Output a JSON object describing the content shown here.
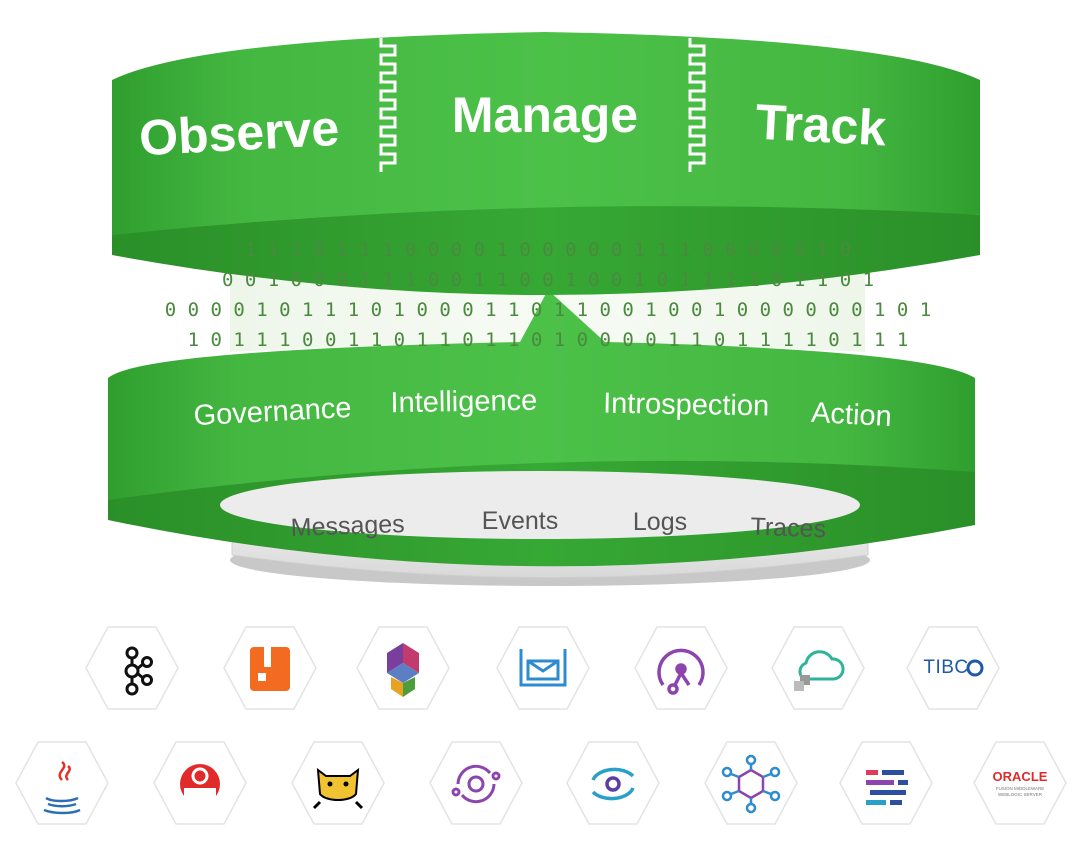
{
  "top_ring": {
    "labels": [
      "Observe",
      "Manage",
      "Track"
    ],
    "color": "#3fb43c"
  },
  "binary_rows": [
    "1 1 1 0 1   1 1 0 0   0     0 1 0 0 0 0 0 1     1 1 0 0 0 0 0 1 0",
    "0   0 1 0 0 0 1 1 1 0 0 1 1 0 0 1 0 0     1 0 1 1 1 1 0 1 1 0 1",
    "0 0 0 0 1 0 1 1 1 0 1 0 0 0 1 1 0 1 1 0 0 1 0 0 1 0 0 0 0 0 0 1 0 1",
    "1 0 1 1 1 0 0 1   1 0   1 1 0 1 1 0 1 0 0 0 0 1 1 0 1 1 1 1 0 1 1 1"
  ],
  "middle_ring": {
    "labels": [
      "Governance",
      "Intelligence",
      "Introspection",
      "Action"
    ]
  },
  "bottom_ring": {
    "labels": [
      "Messages",
      "Events",
      "Logs",
      "Traces"
    ]
  },
  "integrations_row1": [
    {
      "icon": "kafka-icon"
    },
    {
      "icon": "rabbitmq-icon"
    },
    {
      "icon": "activemq-icon"
    },
    {
      "icon": "amazon-sqs-icon"
    },
    {
      "icon": "apache-pulsar-icon"
    },
    {
      "icon": "cloud-integration-icon"
    },
    {
      "icon": "tibco-icon",
      "text": "TIBC"
    }
  ],
  "integrations_row2": [
    {
      "icon": "java-icon"
    },
    {
      "icon": "solace-icon"
    },
    {
      "icon": "apache-tomcat-icon"
    },
    {
      "icon": "azure-service-bus-icon"
    },
    {
      "icon": "nats-icon"
    },
    {
      "icon": "event-hub-icon"
    },
    {
      "icon": "log-stream-icon"
    },
    {
      "icon": "oracle-weblogic-icon",
      "text": "ORACLE",
      "subtext": "FUSION MIDDLEWARE WEBLOGIC SERVER"
    }
  ]
}
